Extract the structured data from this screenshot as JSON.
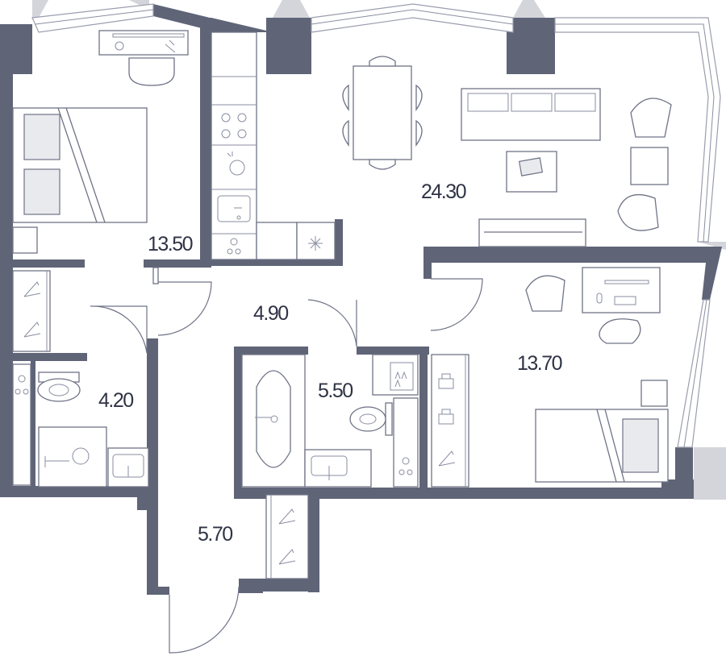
{
  "rooms": [
    {
      "id": "bedroom-left",
      "area": "13.50"
    },
    {
      "id": "living-kitchen",
      "area": "24.30"
    },
    {
      "id": "hall",
      "area": "4.90"
    },
    {
      "id": "bathroom-small",
      "area": "4.20"
    },
    {
      "id": "bathroom-main",
      "area": "5.50"
    },
    {
      "id": "bedroom-right",
      "area": "13.70"
    },
    {
      "id": "entrance",
      "area": "5.70"
    }
  ],
  "colors": {
    "wall": "#5f6477",
    "window_shade": "#d3d5da",
    "line": "#6f7386"
  },
  "icons": [
    "snowflake-icon",
    "hanger-icon",
    "sink-icon",
    "toilet-icon",
    "bathtub-icon",
    "stove-icon",
    "washing-machine-icon"
  ]
}
